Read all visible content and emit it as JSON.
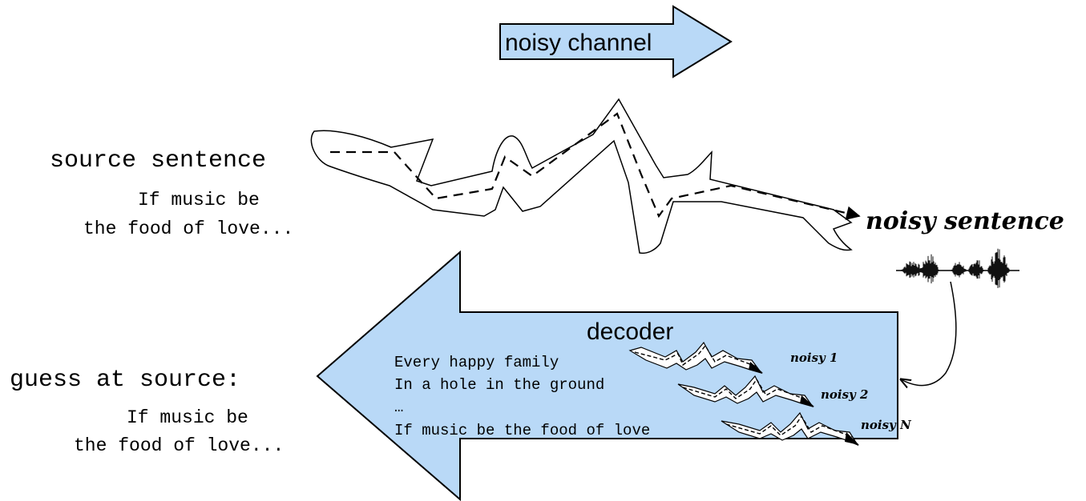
{
  "top_arrow": {
    "label": "noisy channel"
  },
  "source": {
    "title": "source sentence",
    "line1": "If music be",
    "line2": "the food of love..."
  },
  "noisy_sentence": {
    "label": "noisy sentence"
  },
  "decoder": {
    "label": "decoder",
    "candidates": [
      "Every happy family",
      "In a hole in the ground",
      "…",
      "If music be the food of love"
    ],
    "noisy_labels": [
      "noisy 1",
      "noisy 2",
      "noisy N"
    ]
  },
  "guess": {
    "title": "guess at source:",
    "line1": "If music be",
    "line2": "the food of love..."
  },
  "colors": {
    "arrow_fill": "#b9d9f7",
    "stroke": "#000000"
  }
}
